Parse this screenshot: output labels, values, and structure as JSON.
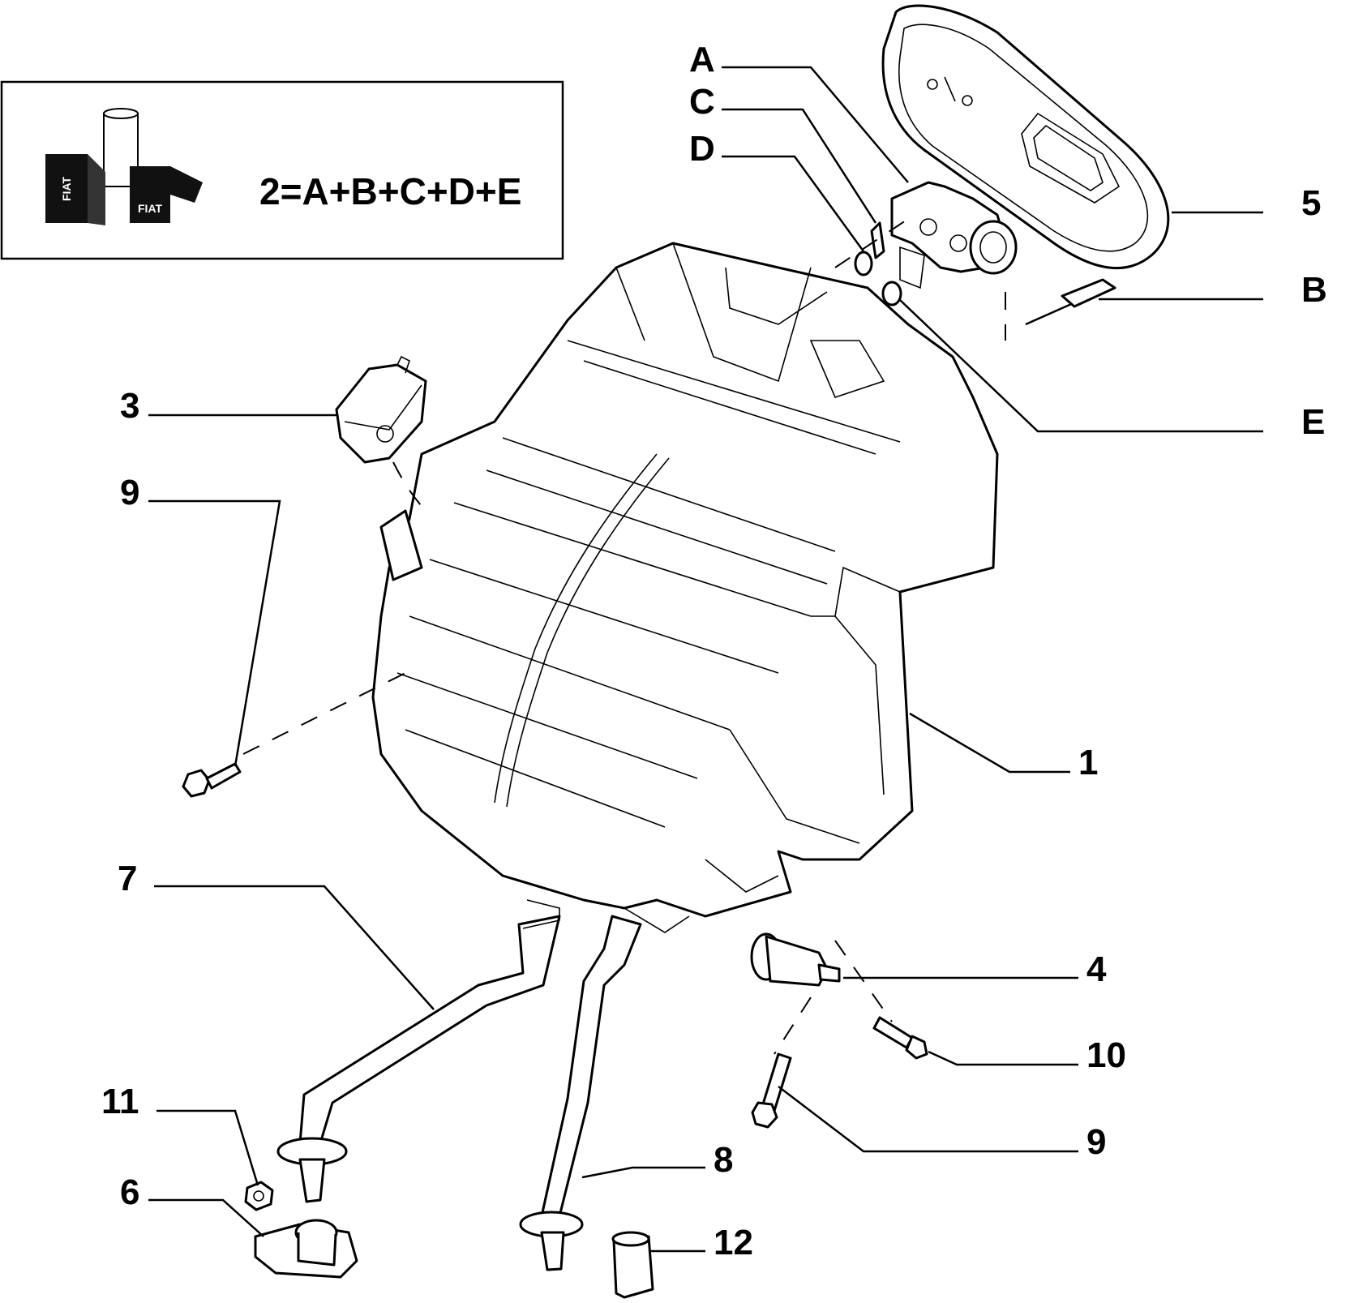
{
  "legend": {
    "formula": "2=A+B+C+D+E",
    "logo_text": "FIAT"
  },
  "labels": {
    "A": "A",
    "B": "B",
    "C": "C",
    "D": "D",
    "E": "E",
    "p1": "1",
    "p3": "3",
    "p4": "4",
    "p5": "5",
    "p6": "6",
    "p7": "7",
    "p8": "8",
    "p9a": "9",
    "p9b": "9",
    "p10": "10",
    "p11": "11",
    "p12": "12"
  }
}
